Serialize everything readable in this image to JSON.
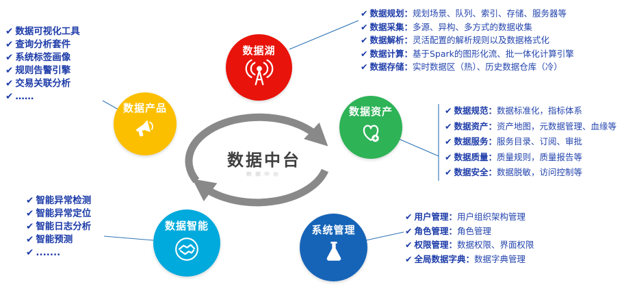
{
  "palette": {
    "node_lake": "#e8130a",
    "node_product": "#fcbf00",
    "node_asset": "#2eb357",
    "node_intelligence": "#00aadc",
    "node_system": "#1664b8",
    "list_text_blue": "#1c3ba8",
    "connector_blue": "#2e74b5",
    "cycle_arrow_gray": "#898989",
    "center_title_gray": "#3f3f3f"
  },
  "glyphs": {
    "check": "✔"
  },
  "center": {
    "title": "数据中台"
  },
  "nodes": {
    "lake": {
      "label": "数据湖"
    },
    "product": {
      "label": "数据产品"
    },
    "asset": {
      "label": "数据资产"
    },
    "intelligence": {
      "label": "数据智能"
    },
    "system": {
      "label": "系统管理"
    }
  },
  "lists": {
    "product": {
      "items": [
        "数据可视化工具",
        "查询分析套件",
        "系统标签画像",
        "规则告警引擎",
        "交易关联分析",
        "……"
      ]
    },
    "lake": {
      "items": [
        {
          "term": "数据规划：",
          "desc": "规划场景、队列、索引、存储、服务器等"
        },
        {
          "term": "数据采集：",
          "desc": "多源、异构、多方式的数据收集"
        },
        {
          "term": "数据解析：",
          "desc": "灵活配置的解析规则以及数据格式化"
        },
        {
          "term": "数据计算：",
          "desc": "基于Spark的图形化流、批一体化计算引擎"
        },
        {
          "term": "数据存储：",
          "desc": "实时数据区（热）、历史数据仓库（冷）"
        }
      ]
    },
    "asset": {
      "items": [
        {
          "term": "数据规范：",
          "desc": "数据标准化，指标体系"
        },
        {
          "term": "数据资产：",
          "desc": "资产地图，元数据管理、血缘等"
        },
        {
          "term": "数据服务：",
          "desc": "服务目录、订阅、审批"
        },
        {
          "term": "数据质量：",
          "desc": "质量规则，质量报告等"
        },
        {
          "term": "数据安全：",
          "desc": "数据脱敏，访问控制等"
        }
      ]
    },
    "intelligence": {
      "items": [
        "智能异常检测",
        "智能异常定位",
        "智能日志分析",
        "智能预测",
        "......."
      ]
    },
    "system": {
      "items": [
        {
          "term": "用户管理：",
          "desc": "用户组织架构管理"
        },
        {
          "term": "角色管理：",
          "desc": "角色管理"
        },
        {
          "term": "权限管理：",
          "desc": "数据权限、界面权限"
        },
        {
          "term": "全局数据字典：",
          "desc": "数据字典管理"
        }
      ]
    }
  }
}
